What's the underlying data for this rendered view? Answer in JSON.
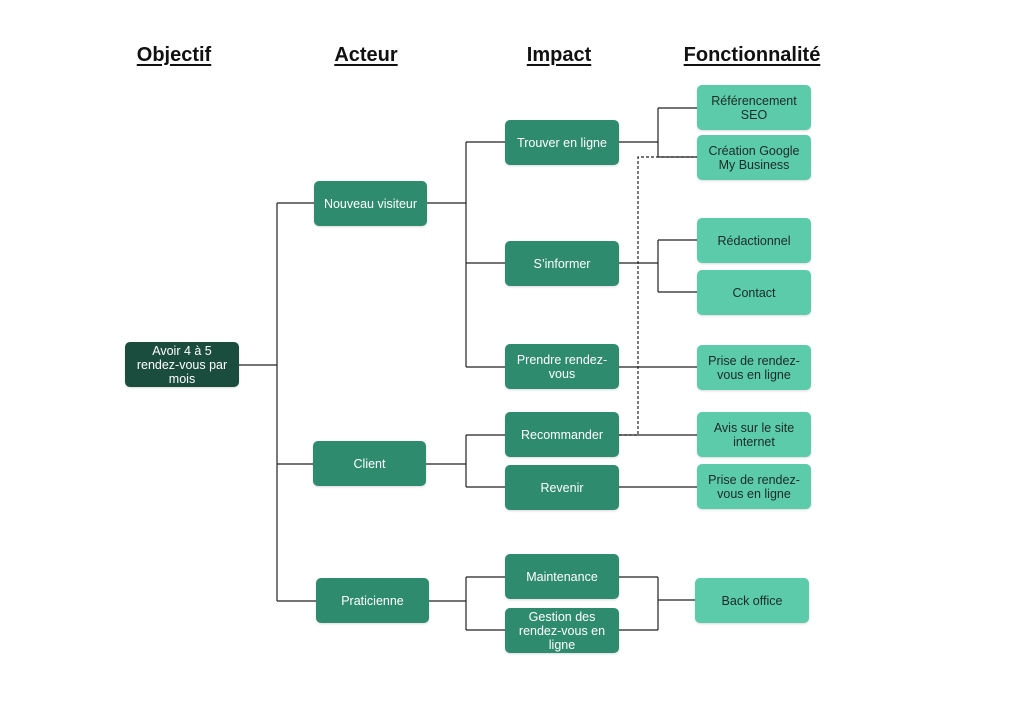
{
  "headers": {
    "objectif": "Objectif",
    "acteur": "Acteur",
    "impact": "Impact",
    "fonctionnalite": "Fonctionnalité"
  },
  "objective": {
    "label": "Avoir 4 à 5 rendez-vous par mois"
  },
  "actors": {
    "nouveau_visiteur": "Nouveau visiteur",
    "client": "Client",
    "praticienne": "Praticienne"
  },
  "impacts": {
    "trouver_en_ligne": "Trouver en ligne",
    "s_informer": "S’informer",
    "prendre_rdv": "Prendre rendez-vous",
    "recommander": "Recommander",
    "revenir": "Revenir",
    "maintenance": "Maintenance",
    "gestion_rdv": "Gestion des rendez-vous en ligne"
  },
  "features": {
    "referencement_seo": "Référencement SEO",
    "creation_google": "Création Google My Business",
    "redactionnel": "Rédactionnel",
    "contact": "Contact",
    "prise_rdv_1": "Prise de rendez-vous en ligne",
    "avis_site": "Avis sur le site internet",
    "prise_rdv_2": "Prise de rendez-vous en ligne",
    "back_office": "Back office"
  },
  "colors": {
    "objective": "#1b4d3e",
    "actor": "#2e8b6e",
    "impact": "#2e8b6e",
    "feature": "#5ccbaa",
    "connector": "#222222"
  }
}
